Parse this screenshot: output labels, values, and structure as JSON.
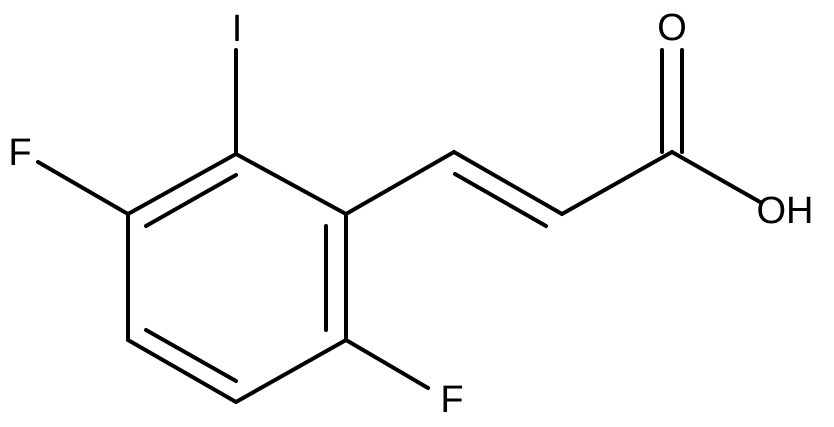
{
  "molecule": {
    "atoms": {
      "iodine": "I",
      "fluorine_top": "F",
      "fluorine_bottom": "F",
      "oxygen_carbonyl": "O",
      "hydroxyl": "OH"
    }
  }
}
